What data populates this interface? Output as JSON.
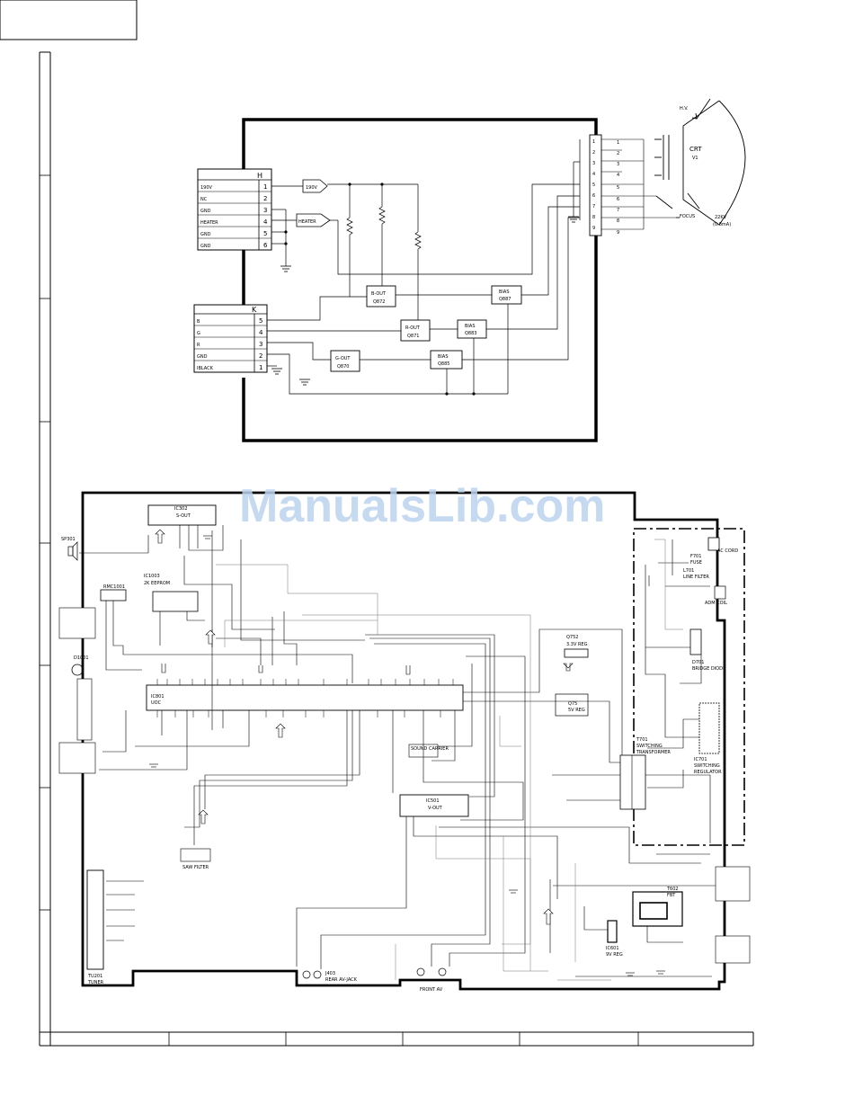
{
  "watermark": "ManualsLib.com",
  "crt_board": {
    "connector_h": {
      "title": "H",
      "pins": [
        {
          "label": "190V",
          "num": "1"
        },
        {
          "label": "NC",
          "num": "2"
        },
        {
          "label": "GND",
          "num": "3"
        },
        {
          "label": "HEATER",
          "num": "4"
        },
        {
          "label": "GND",
          "num": "5"
        },
        {
          "label": "GND",
          "num": "6"
        }
      ]
    },
    "connector_k": {
      "title": "K",
      "pins": [
        {
          "label": "B",
          "num": "5"
        },
        {
          "label": "G",
          "num": "4"
        },
        {
          "label": "R",
          "num": "3"
        },
        {
          "label": "GND",
          "num": "2"
        },
        {
          "label": "IBLACK",
          "num": "1"
        }
      ]
    },
    "flag_190v": "190V",
    "flag_heater": "HEATER",
    "blocks": [
      {
        "top": "B-OUT",
        "bottom": "Q872"
      },
      {
        "top": "R-OUT",
        "bottom": "Q871"
      },
      {
        "top": "G-OUT",
        "bottom": "Q870"
      },
      {
        "top": "BIAS",
        "bottom": "Q887"
      },
      {
        "top": "BIAS",
        "bottom": "Q883"
      },
      {
        "top": "BIAS",
        "bottom": "Q885"
      }
    ],
    "socket_pins": [
      "1",
      "2",
      "3",
      "4",
      "5",
      "6",
      "7",
      "8",
      "9"
    ],
    "crt_label": "CRT",
    "crt_sub": "V1",
    "hv_label": "H.V.",
    "focus_label": "FOCUS",
    "kv_label": "22KV",
    "ma_label": "(0.8mA)"
  },
  "main_board": {
    "ic302": {
      "name": "IC302",
      "func": "S-OUT"
    },
    "ic1003": {
      "name": "IC1003",
      "func": "2K EEPROM"
    },
    "rmc": "RMC1001",
    "ic801": {
      "name": "IC801",
      "func": "UOC"
    },
    "ic501": {
      "name": "IC501",
      "func": "V-OUT"
    },
    "q752": {
      "name": "Q752",
      "func": "3.3V REG"
    },
    "q75": {
      "name": "Q75",
      "func": "5V REG"
    },
    "t701": {
      "name": "T701",
      "line1": "SWITCHING",
      "line2": "TRANSFORMER"
    },
    "ic701": {
      "name": "IC701",
      "line1": "SWITCHING",
      "line2": "REGULATOR"
    },
    "d701": {
      "name": "D701",
      "func": "BRIDGE DIODE"
    },
    "ac_cord": "AC CORD",
    "f701": {
      "name": "F701",
      "func": "FUSE"
    },
    "l701": {
      "name": "L701",
      "func": "LINE FILTER"
    },
    "adm_coil": "ADM COIL",
    "t602": {
      "name": "T602",
      "func": "FBT"
    },
    "ic601": {
      "name": "IC601",
      "func": "9V REG"
    },
    "sound_chip": "SOUND CARRIER",
    "saw": "SAW FILTER",
    "j403": {
      "name": "J403",
      "func": "REAR AV-JACK"
    },
    "front_av": "FRONT AV",
    "tuner": {
      "name": "TU201",
      "func": "TUNER"
    },
    "sp301": "SP301",
    "d1001": "D1001"
  }
}
